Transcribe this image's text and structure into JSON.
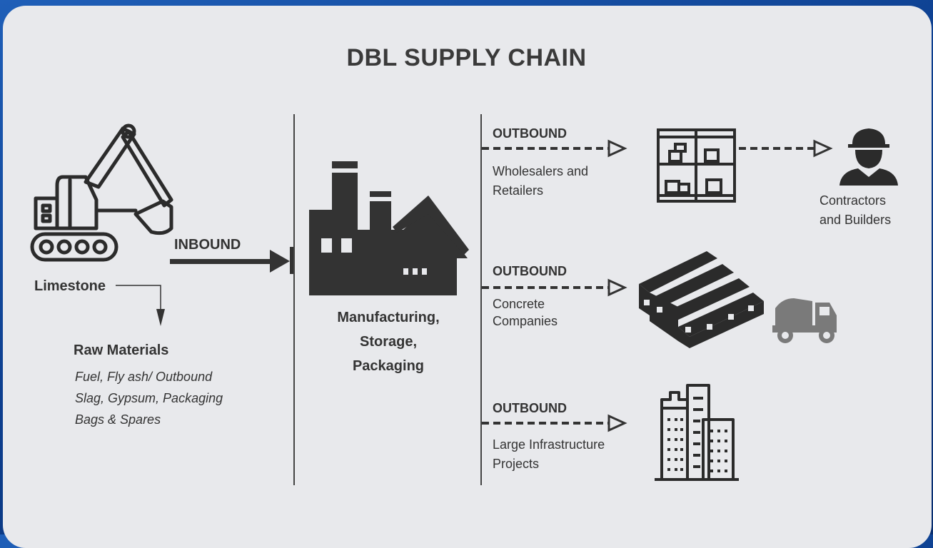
{
  "title": "DBL SUPPLY CHAIN",
  "source": {
    "label": "Limestone",
    "raw_materials_heading": "Raw Materials",
    "raw_materials_lines": [
      "Fuel, Fly ash/ Outbound",
      "Slag, Gypsum, Packaging",
      "Bags & Spares"
    ]
  },
  "inbound_label": "INBOUND",
  "plant": {
    "lines": [
      "Manufacturing,",
      "Storage,",
      "Packaging"
    ]
  },
  "outbound": [
    {
      "label": "OUTBOUND",
      "lines": [
        "Wholesalers and",
        "Retailers"
      ]
    },
    {
      "label": "OUTBOUND",
      "lines": [
        "Concrete",
        "Companies"
      ]
    },
    {
      "label": "OUTBOUND",
      "lines": [
        "Large Infrastructure",
        "Projects"
      ]
    }
  ],
  "end_customer": {
    "lines": [
      "Contractors",
      "and Builders"
    ]
  },
  "icons": [
    "excavator-icon",
    "factory-icon",
    "warehouse-shelves-icon",
    "worker-icon",
    "cement-plant-icon",
    "mixer-truck-icon",
    "buildings-icon"
  ],
  "colors": {
    "background": "#0d3f8f",
    "card": "#e8e9ec",
    "dark": "#333333",
    "truck": "#7a7a7a"
  }
}
